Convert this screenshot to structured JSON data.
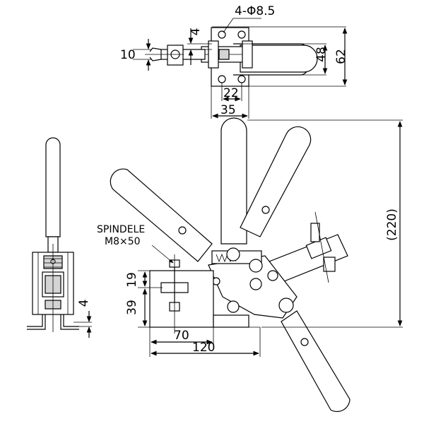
{
  "dimensions": {
    "holes": "4-Φ8.5",
    "hole_offset": "4",
    "spindle_dia": "10",
    "base_inner_w": "48",
    "base_outer_w": "62",
    "hole_spacing": "22",
    "base_length": "35",
    "height": "(220)",
    "side_offset": "4",
    "spindle_height": "19",
    "base_height": "39",
    "spindle_x": "70",
    "overall_length": "120"
  },
  "labels": {
    "spindle_line1": "SPINDELE",
    "spindle_line2": "M8×50"
  }
}
